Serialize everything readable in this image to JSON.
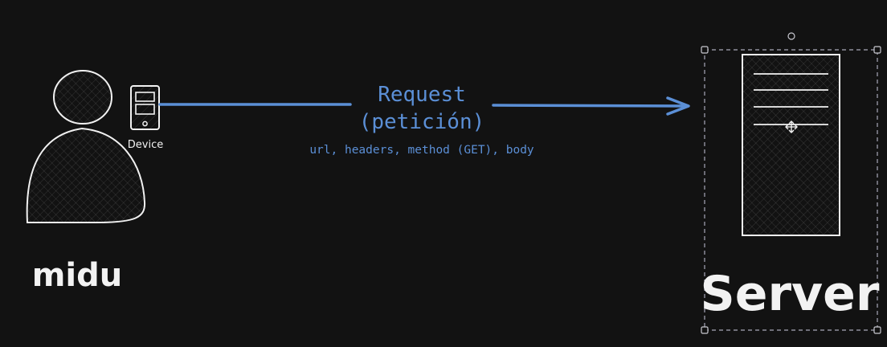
{
  "user": {
    "name": "midu",
    "device_label": "Device"
  },
  "request": {
    "title_line1": "Request",
    "title_line2": "(petición)",
    "details": "url, headers, method (GET), body"
  },
  "server": {
    "label": "Server"
  },
  "colors": {
    "background": "#121212",
    "stroke": "#f2f2f2",
    "accent": "#5b8fd6",
    "selection": "#a9a9b8"
  },
  "icons": {
    "person": "person-icon",
    "device": "mobile-device-icon",
    "server": "server-tower-icon",
    "cursor": "move-cursor-icon"
  }
}
